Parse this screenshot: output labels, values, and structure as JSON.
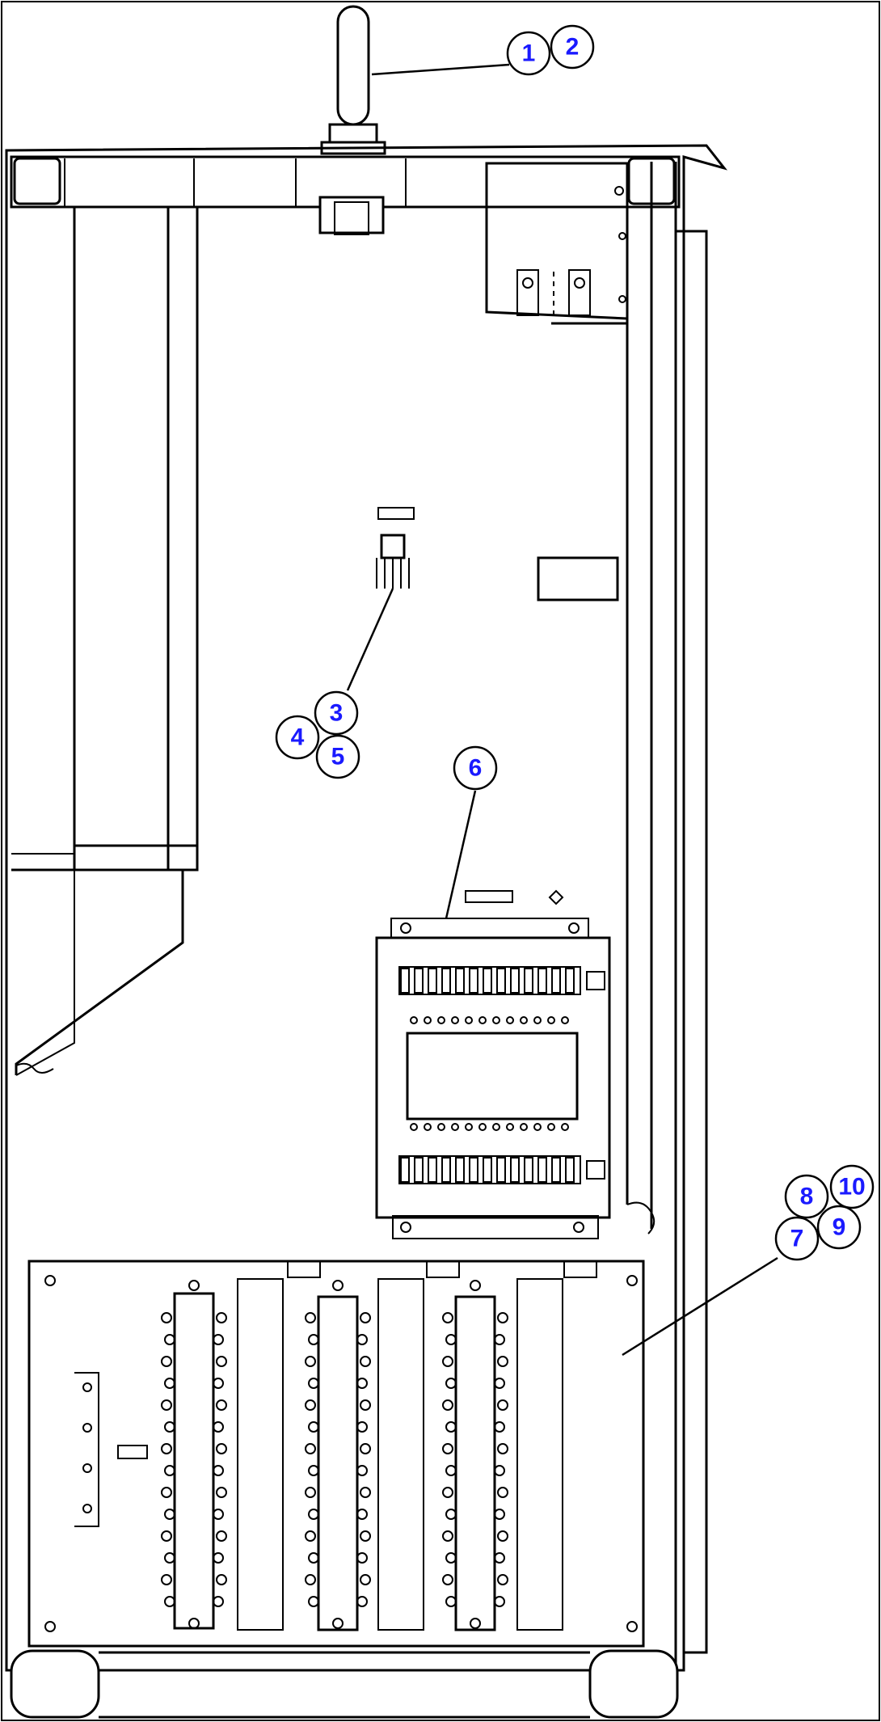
{
  "callouts": [
    {
      "id": "callout-1",
      "label": "1"
    },
    {
      "id": "callout-2",
      "label": "2"
    },
    {
      "id": "callout-3",
      "label": "3"
    },
    {
      "id": "callout-4",
      "label": "4"
    },
    {
      "id": "callout-5",
      "label": "5"
    },
    {
      "id": "callout-6",
      "label": "6"
    },
    {
      "id": "callout-7",
      "label": "7"
    },
    {
      "id": "callout-8",
      "label": "8"
    },
    {
      "id": "callout-9",
      "label": "9"
    },
    {
      "id": "callout-10",
      "label": "10"
    }
  ],
  "colors": {
    "callout_text": "#1a1aff",
    "line": "#000000",
    "background": "#ffffff"
  }
}
